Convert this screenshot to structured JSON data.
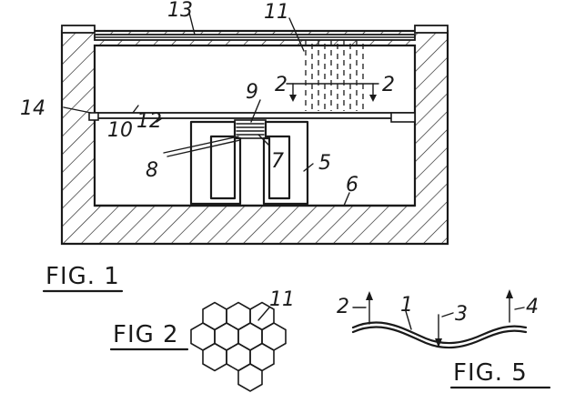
{
  "figure_labels": {
    "fig1": "FIG. 1",
    "fig2": "FIG 2",
    "fig5": "FIG. 5"
  },
  "reference_numerals": {
    "n1": "1",
    "n2": "2",
    "n3": "3",
    "n4": "4",
    "n5": "5",
    "n6": "6",
    "n7": "7",
    "n8": "8",
    "n9": "9",
    "n10": "10",
    "n11": "11",
    "n12": "12",
    "n13": "13",
    "n14": "14"
  }
}
